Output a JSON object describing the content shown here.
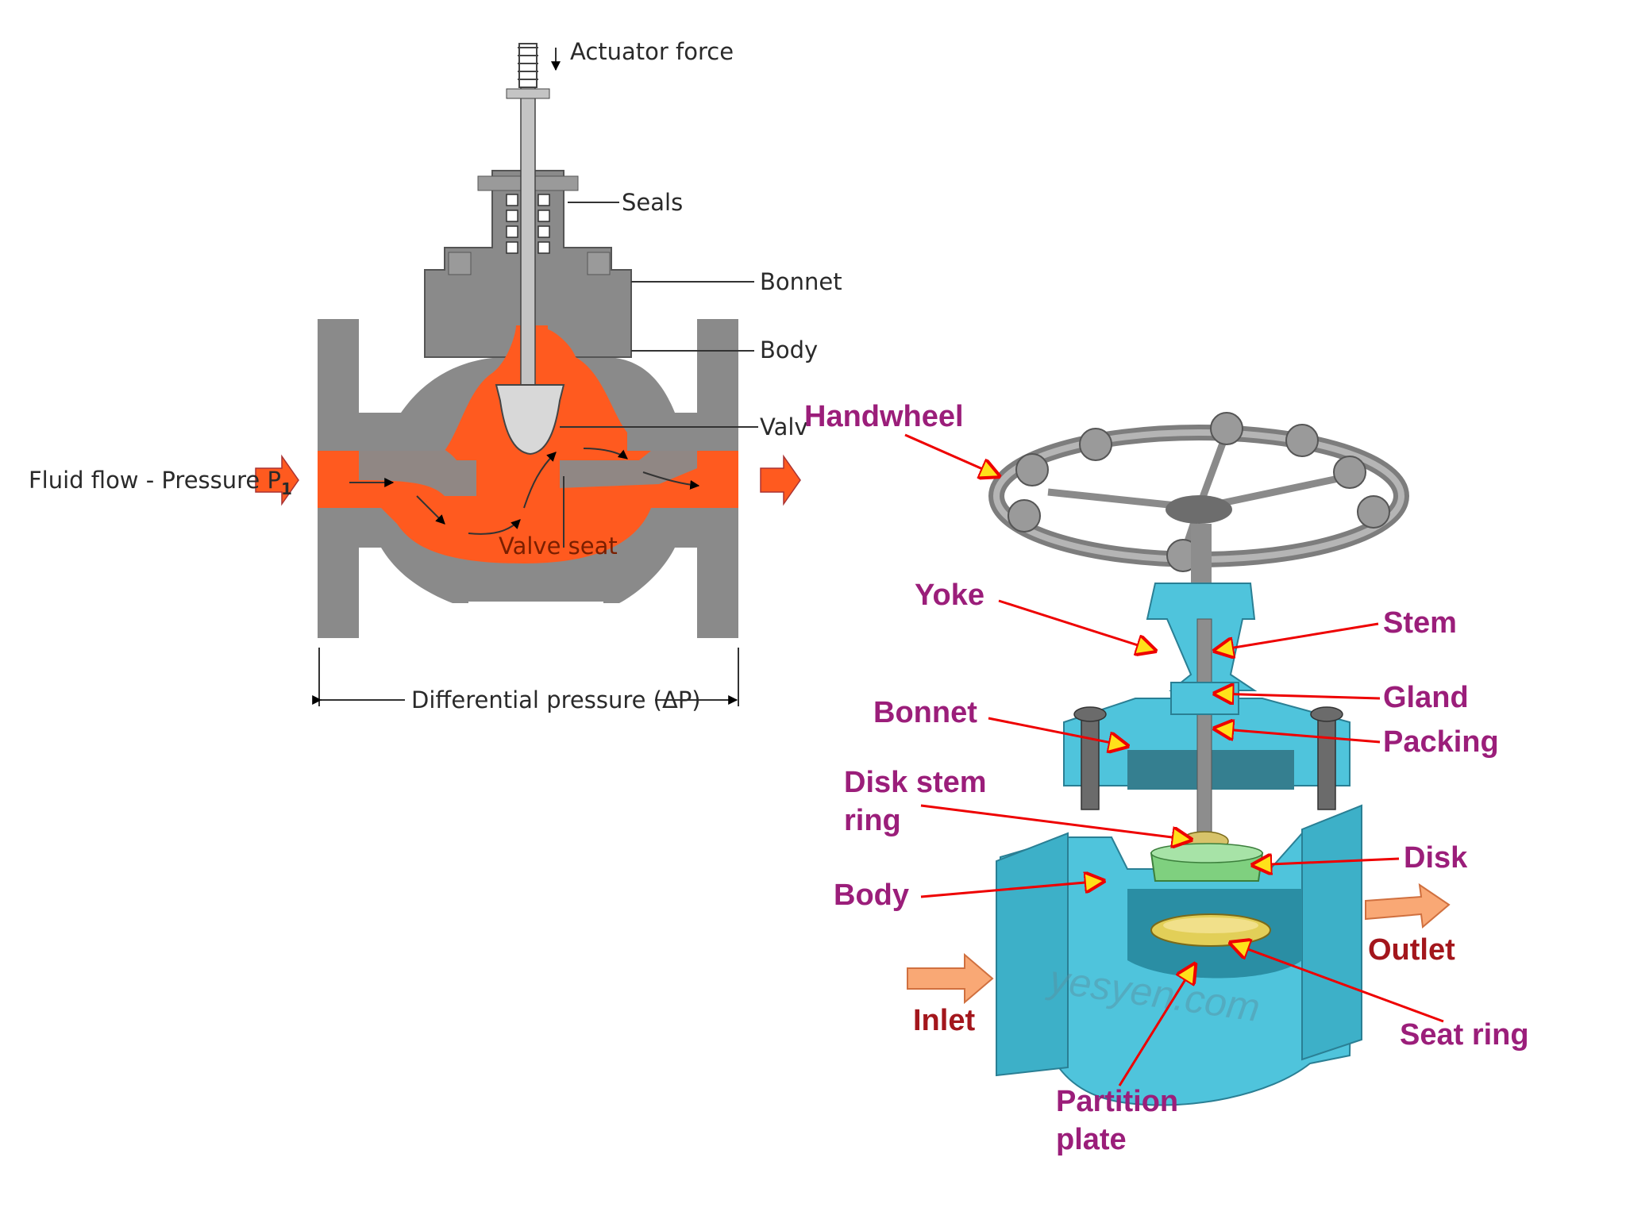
{
  "left_diagram": {
    "labels": {
      "actuator_force": "Actuator force",
      "seals": "Seals",
      "bonnet": "Bonnet",
      "body": "Body",
      "valve": "Valv",
      "valve_seat": "Valve seat",
      "fluid_flow": "Fluid flow - Pressure P",
      "fluid_flow_subscript": "1",
      "differential_pressure": "Differential pressure (ΔP)"
    },
    "colors": {
      "metal": "#8a8a8a",
      "fluid": "#ff5a1f",
      "flow_arrow": "#ff5a1f",
      "stem": "#c4c4c4"
    }
  },
  "right_diagram": {
    "labels": {
      "handwheel": "Handwheel",
      "yoke": "Yoke",
      "stem": "Stem",
      "gland": "Gland",
      "bonnet": "Bonnet",
      "packing": "Packing",
      "disk_stem_ring_1": "Disk stem",
      "disk_stem_ring_2": "ring",
      "disk": "Disk",
      "body": "Body",
      "outlet": "Outlet",
      "inlet": "Inlet",
      "seat_ring": "Seat ring",
      "partition_plate_1": "Partition",
      "partition_plate_2": "plate",
      "watermark": "yesyen.com"
    },
    "colors": {
      "body": "#4fc4dc",
      "label": "#9b1e7a",
      "flow_label": "#a3161c",
      "leader": "#ff0000",
      "marker": "#ffe11a",
      "flow_arrow": "#f9a875"
    }
  }
}
